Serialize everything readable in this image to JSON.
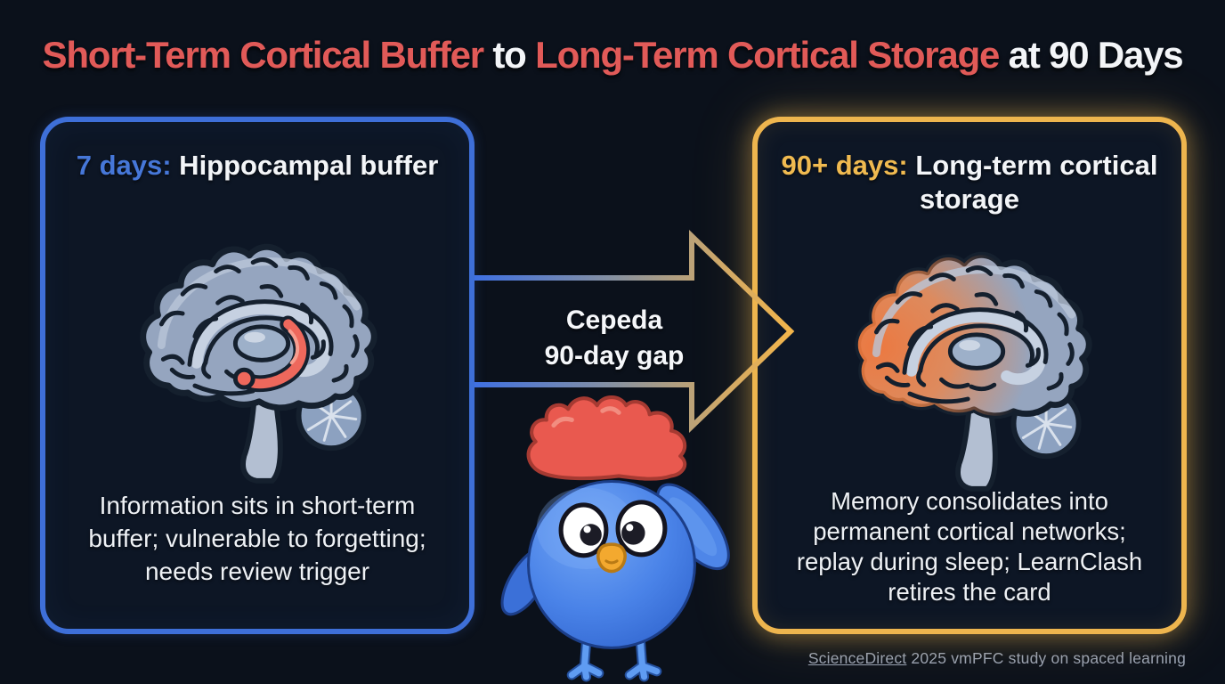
{
  "title": {
    "seg1": "Short-Term Cortical Buffer",
    "seg2": " to ",
    "seg3": "Long-Term Cortical Storage",
    "seg4": " at 90 Days"
  },
  "left_panel": {
    "duration": "7 days:",
    "heading": " Hippocampal buffer",
    "description": "Information sits in short-term buffer; vulnerable to forgetting; needs review trigger"
  },
  "arrow": {
    "line1": "Cepeda",
    "line2": "90-day gap"
  },
  "right_panel": {
    "duration": "90+ days:",
    "heading": " Long-term cortical storage",
    "description": "Memory consolidates into permanent cortical networks; replay during sleep; LearnClash retires the card"
  },
  "footer": {
    "link": "ScienceDirect",
    "text": " 2025 vmPFC study on spaced learning"
  },
  "icons": {
    "left_panel_icon": "brain-hippocampus-highlight-icon",
    "right_panel_icon": "brain-frontal-cortex-highlight-icon",
    "center_icon": "bird-mascot",
    "arrow_icon": "right-arrow"
  },
  "colors": {
    "background": "#0b111b",
    "panel_background": "#0d1625",
    "blue_accent": "#3e6fd8",
    "gold_accent": "#eeb54e",
    "red_accent": "#e15a58",
    "text_primary": "#f3f5f8",
    "footer_text": "#98a2b3"
  }
}
